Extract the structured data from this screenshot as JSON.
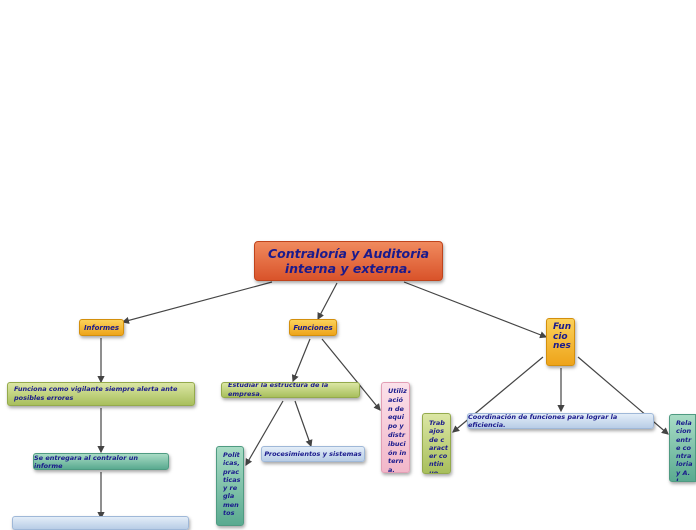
{
  "root": {
    "title": "Contraloría y Auditoria interna y externa."
  },
  "informes": {
    "label": "Informes",
    "child1": "Funciona como vigilante siempre alerta ante posibles errores",
    "child2": "Se entregara al contralor un informe"
  },
  "funciones_left": {
    "label": "Funciones",
    "estudiar": "Estudiar la estructura de la empresa.",
    "utilizacion": "Utilización de equipo y distribución interna.",
    "politicas": "Políticas, practicas y reglamentos",
    "procesimientos": "Procesimientos y sistemas"
  },
  "funciones_right": {
    "label": "Funciones",
    "trabajos": "Trabajos de caracter continuo",
    "coordinacion": "Coordinación de funciones para lograr la eficiencia.",
    "relacion": "Relacion entre contraloria y A.I."
  },
  "colors": {
    "root": "#e0663a",
    "orange": "#f3b632",
    "olive": "#b9cc72",
    "teal": "#76bba3",
    "blue": "#c9d9ee",
    "pink": "#f5c6d5",
    "connector": "#444444",
    "text": "#1a1a8c"
  }
}
